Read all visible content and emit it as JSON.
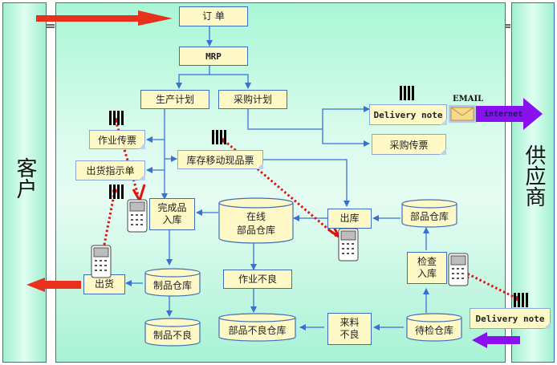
{
  "panels": {
    "customer": "客户",
    "supplier": "供应商"
  },
  "nodes": {
    "order": "订 单",
    "mrp": "MRP",
    "production_plan": "生产计划",
    "purchase_plan": "采购计划",
    "work_ticket": "作业传票",
    "shipping_instruction": "出货指示单",
    "inventory_move_ticket": "库存移动现品票",
    "finished_goods_in": "完成品\n入库",
    "online_parts_warehouse": "在线\n部品仓库",
    "outbound": "出库",
    "parts_warehouse": "部品仓库",
    "delivery_note_out": "Delivery note",
    "purchase_ticket": "采购传票",
    "inspect_in": "检查\n入库",
    "shipment": "出货",
    "finished_warehouse": "制品仓库",
    "work_defect": "作业不良",
    "finished_defect": "制品不良",
    "parts_defect_warehouse": "部品不良仓库",
    "incoming_defect": "来料\n不良",
    "pending_inspection_warehouse": "待检仓库",
    "delivery_note_in": "Delivery note"
  },
  "labels": {
    "email": "EMAIL",
    "internet": "internet"
  },
  "colors": {
    "flow_line": "#3a6fd8",
    "order_arrow": "#e8301c",
    "internet_arrow": "#8a10f0",
    "scan_path": "#e01010",
    "box_fill": "#fff9c8"
  }
}
